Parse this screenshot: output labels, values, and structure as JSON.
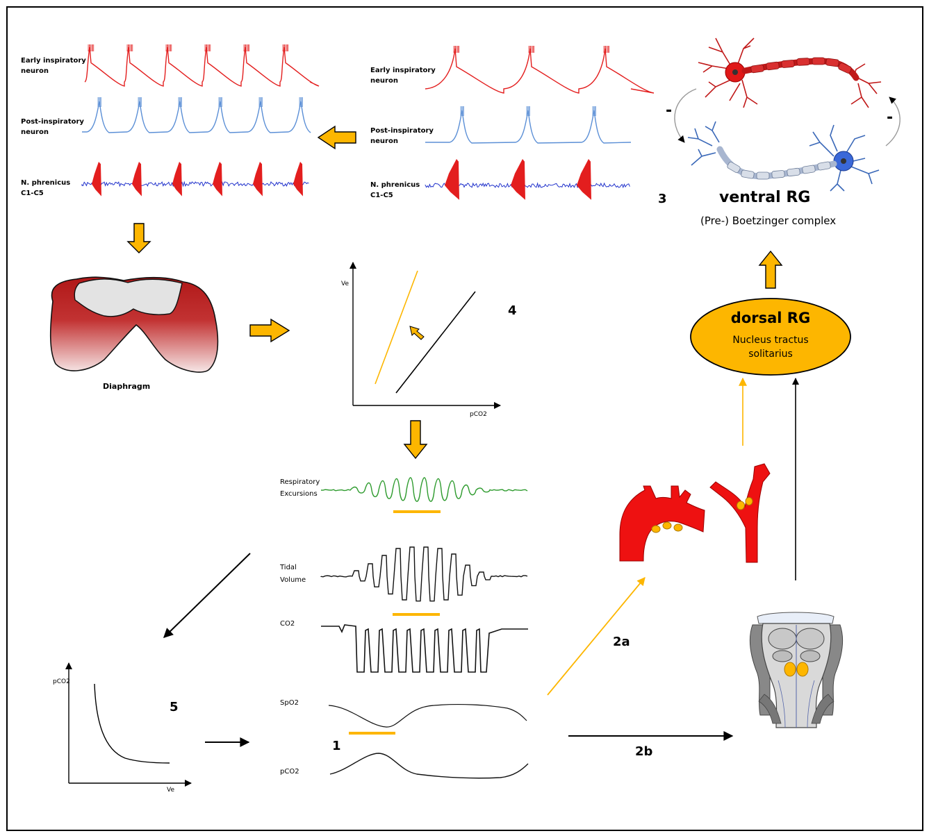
{
  "panels": {
    "traces_left": {
      "early_label": "Early inspiratory neuron",
      "post_label": "Post-inspiratory neuron",
      "phrenic_label": "N. phrenicus",
      "phrenic_segments": "C1-C5"
    },
    "traces_right": {
      "early_label": "Early inspiratory neuron",
      "post_label": "Post-inspiratory neuron",
      "phrenic_label": "N. phrenicus",
      "phrenic_segments": "C1-C5"
    },
    "diaphragm": {
      "label": "Diaphragm"
    },
    "graph4": {
      "number": "4",
      "y_label": "Ve",
      "x_label": "pCO2"
    },
    "graph5": {
      "number": "5",
      "y_label": "pCO2",
      "x_label": "Ve"
    },
    "ventral": {
      "number": "3",
      "title": "ventral RG",
      "subtitle": "(Pre-) Boetzinger complex",
      "minus_left": "-",
      "minus_right": "-"
    },
    "dorsal": {
      "title": "dorsal RG",
      "subtitle_line1": "Nucleus tractus",
      "subtitle_line2": "solitarius"
    },
    "recordings": {
      "number": "1",
      "resp_line1": "Respiratory",
      "resp_line2": "Excursions",
      "tidal_line1": "Tidal",
      "tidal_line2": "Volume",
      "co2": "CO2",
      "spo2": "SpO2",
      "pco2": "pCO2"
    },
    "pathways": {
      "label_2a": "2a",
      "label_2b": "2b"
    }
  },
  "colors": {
    "orange": "#FDB600",
    "red": "#E31E1E",
    "blue": "#2233CC",
    "light_blue": "#5B8FD6",
    "green": "#2E9B2E",
    "black": "#000000"
  }
}
